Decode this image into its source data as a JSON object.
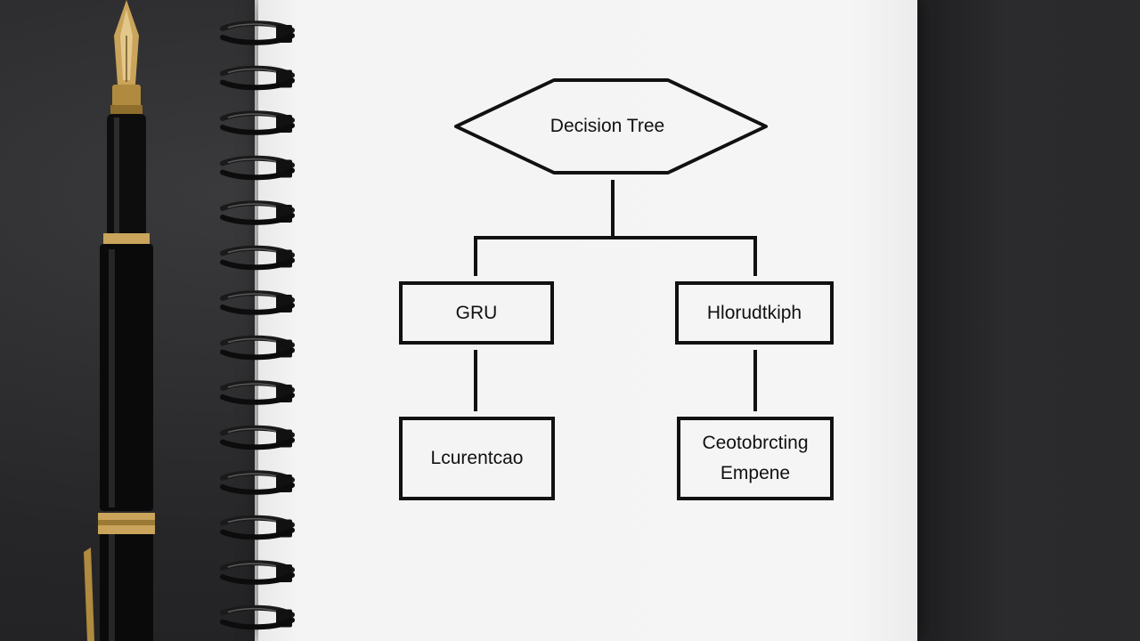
{
  "diagram": {
    "root": {
      "label": "Decision Tree"
    },
    "left_branch": {
      "label": "GRU"
    },
    "right_branch": {
      "label": "Hlorudtkiph"
    },
    "left_leaf": {
      "label": "Lcurentcao"
    },
    "right_leaf": {
      "line1": "Ceotobrcting",
      "line2": "Empene"
    }
  },
  "colors": {
    "ink": "#111111",
    "paper": "#f5f5f5",
    "desk": "#2a2a2c",
    "pen_gold": "#c9a45a"
  },
  "icons": {
    "pen": "fountain-pen-icon",
    "binding": "spiral-binding"
  }
}
